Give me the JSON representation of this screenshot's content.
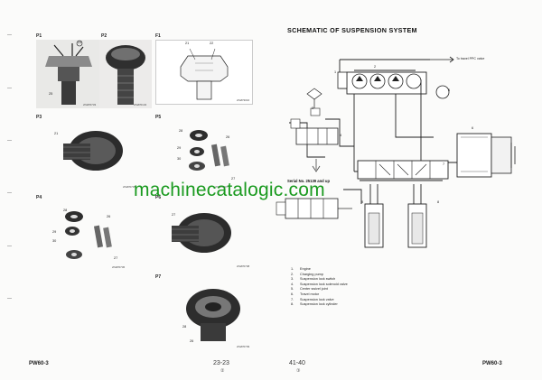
{
  "left_page": {
    "figures": [
      {
        "label": "P1",
        "code": "2N2P0733",
        "callouts": [
          "23",
          "25"
        ]
      },
      {
        "label": "P2",
        "code": "2N2P0134",
        "callouts": []
      },
      {
        "label": "F1",
        "code": "2N2P3016",
        "callouts": [
          "21",
          "22"
        ]
      },
      {
        "label": "P3",
        "code": "2N2P0735",
        "callouts": [
          "21"
        ]
      },
      {
        "label": "P5",
        "code": "2N2P0737",
        "callouts": [
          "28",
          "29",
          "30",
          "26",
          "27"
        ]
      },
      {
        "label": "P4",
        "code": "2N2P0736",
        "callouts": [
          "28",
          "29",
          "30",
          "26",
          "27"
        ]
      },
      {
        "label": "P6",
        "code": "2N2P0738",
        "callouts": [
          "27"
        ]
      },
      {
        "label": "P7",
        "code": "2N2P0739",
        "callouts": [
          "28",
          "26"
        ]
      }
    ],
    "footer_model": "PW60-3",
    "page_number": "23-23",
    "sub_number": "②"
  },
  "right_page": {
    "title": "SCHEMATIC OF SUSPENSION SYSTEM",
    "travel_label": "To travel PPC valve",
    "serial_label": "Serial No. 25139 and up",
    "callouts": [
      "1",
      "2",
      "3",
      "4",
      "5",
      "6",
      "7",
      "8",
      "8"
    ],
    "legend": [
      {
        "num": "1.",
        "text": "Engine"
      },
      {
        "num": "2.",
        "text": "Charging pump"
      },
      {
        "num": "3.",
        "text": "Suspension lock switch"
      },
      {
        "num": "4.",
        "text": "Suspension lock solenoid valve"
      },
      {
        "num": "5.",
        "text": "Center swivel joint"
      },
      {
        "num": "6.",
        "text": "Travel motor"
      },
      {
        "num": "7.",
        "text": "Suspension lock valve"
      },
      {
        "num": "8.",
        "text": "Suspension lock cylinder"
      }
    ],
    "page_number": "41-40",
    "sub_number": "③",
    "footer_model": "PW60-3"
  },
  "watermark": "machinecatalogic.com"
}
